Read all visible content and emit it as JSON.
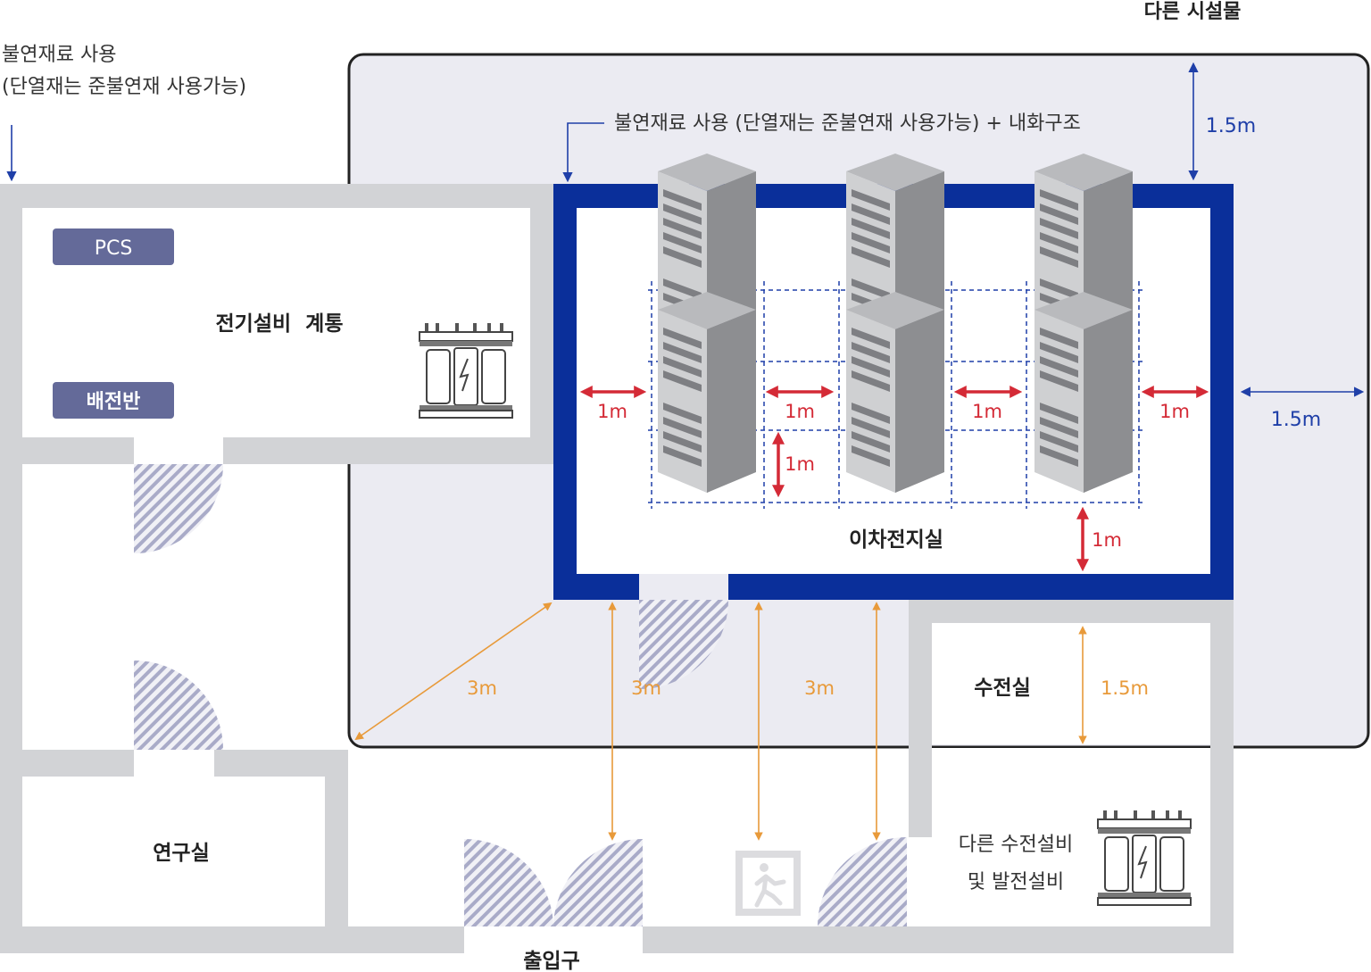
{
  "top_title": "다른 시설물",
  "note_left": [
    "불연재료 사용",
    "(단열재는 준불연재 사용가능)"
  ],
  "note_room": "불연재료 사용 (단열재는 준불연재 사용가능) + 내화구조",
  "rooms": {
    "electrical": "전기설비  계통",
    "battery": "이차전지실",
    "receiving": "수전실",
    "lab": "연구실",
    "entrance": "출입구",
    "other_equipment": [
      "다른 수전설비",
      "및 발전설비"
    ]
  },
  "badges": {
    "pcs": "PCS",
    "panel": "배전반"
  },
  "distances": {
    "outer_top": "1.5m",
    "outer_right": "1.5m",
    "one_m": "1m",
    "three_m": "3m",
    "receiving_gap": "1.5m"
  },
  "colors": {
    "wall": "#d2d3d6",
    "blue_wall": "#0a2f9a",
    "zone": "#ebebf2",
    "badge": "#646a99",
    "red": "#d42a36",
    "orange": "#e89a3a",
    "dim_blue": "#1f3fa8"
  }
}
